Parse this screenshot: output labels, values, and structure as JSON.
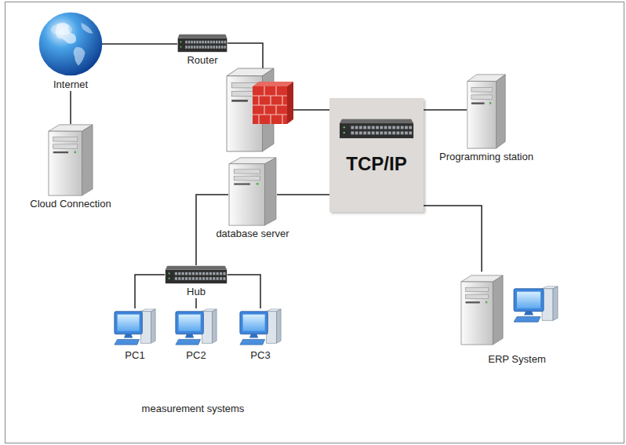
{
  "diagram": {
    "nodes": [
      {
        "text": [
          "Internet"
        ]
      },
      {
        "text": [
          "Router"
        ]
      },
      {
        "text": [
          "TCP/IP"
        ]
      },
      {
        "text": [
          "Programming station"
        ]
      },
      {
        "text": [
          "Cloud Connection"
        ]
      },
      {
        "text": [
          "database server"
        ]
      },
      {
        "text": [
          "measurement systems"
        ]
      },
      {
        "text": [
          "Hub"
        ],
        "in": 6
      },
      {
        "text": [
          "PC1"
        ],
        "in": 6
      },
      {
        "text": [
          "PC2"
        ],
        "in": 6
      },
      {
        "text": [
          "PC3"
        ],
        "in": 6
      },
      {
        "text": [
          "ERP System"
        ]
      }
    ],
    "edges": [
      {
        "from": 0,
        "to": 1,
        "arrow": "none"
      },
      {
        "from": 0,
        "to": 4,
        "arrow": "none"
      },
      {
        "from": 1,
        "to": 2,
        "arrow": "none"
      },
      {
        "from": 2,
        "to": 3,
        "arrow": "none"
      },
      {
        "from": 2,
        "to": 5,
        "arrow": "none"
      },
      {
        "from": 5,
        "to": 7,
        "arrow": "none"
      },
      {
        "from": 7,
        "to": 8,
        "arrow": "none"
      },
      {
        "from": 7,
        "to": 9,
        "arrow": "none"
      },
      {
        "from": 7,
        "to": 10,
        "arrow": "none"
      },
      {
        "from": 2,
        "to": 11,
        "arrow": "none"
      }
    ]
  }
}
